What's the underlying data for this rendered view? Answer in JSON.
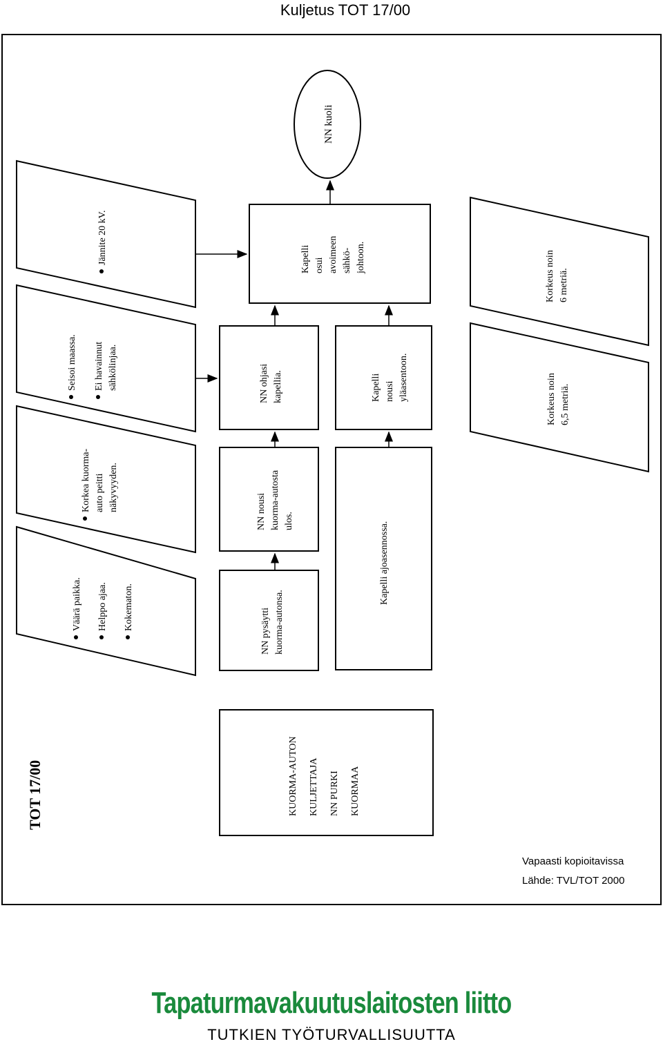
{
  "header": {
    "title": "Kuljetus TOT 17/00"
  },
  "case_label": "TOT 17/00",
  "factors": {
    "f1": [
      "Väärä paikka.",
      "Helppo ajaa.",
      "Kokematon."
    ],
    "f2": [
      "Korkea kuorma-",
      "auto peitti",
      "näkyvyyden."
    ],
    "f3": [
      "Seisoi maassa.",
      "Ei havainnut",
      "sähkölinjaa."
    ],
    "f4": [
      "Jännite 20 kV."
    ]
  },
  "events": {
    "e1": [
      "NN pysäytti",
      "kuorma-autonsa."
    ],
    "e2": [
      "NN nousi",
      "kuorma-autosta",
      "ulos."
    ],
    "e3": [
      "NN ohjasi",
      "kapellia."
    ],
    "e4": [
      "Kapelli",
      "osui",
      "avoimeen",
      "sähkö-",
      "johtoon."
    ],
    "e5": [
      "Kapelli ajoasennossa."
    ],
    "e6": [
      "Kapelli",
      "nousi",
      "yläasentoon."
    ]
  },
  "outcome": "NN kuoli",
  "notes": {
    "n1": [
      "Korkeus noin",
      "6,5 metriä."
    ],
    "n2": [
      "Korkeus noin",
      "6 metriä."
    ]
  },
  "people": [
    "KUORMA-AUTON",
    "KULJETTAJA",
    "NN PURKI",
    "KUORMAA"
  ],
  "footer": {
    "copy_note": "Vapaasti kopioitavissa",
    "source": "Lähde: TVL/TOT 2000",
    "org_name": "Tapaturmavakuutuslaitosten liitto",
    "slogan": "TUTKIEN TYÖTURVALLISUUTTA"
  },
  "colors": {
    "org_green": "#1a8a3c",
    "line": "#000000"
  }
}
